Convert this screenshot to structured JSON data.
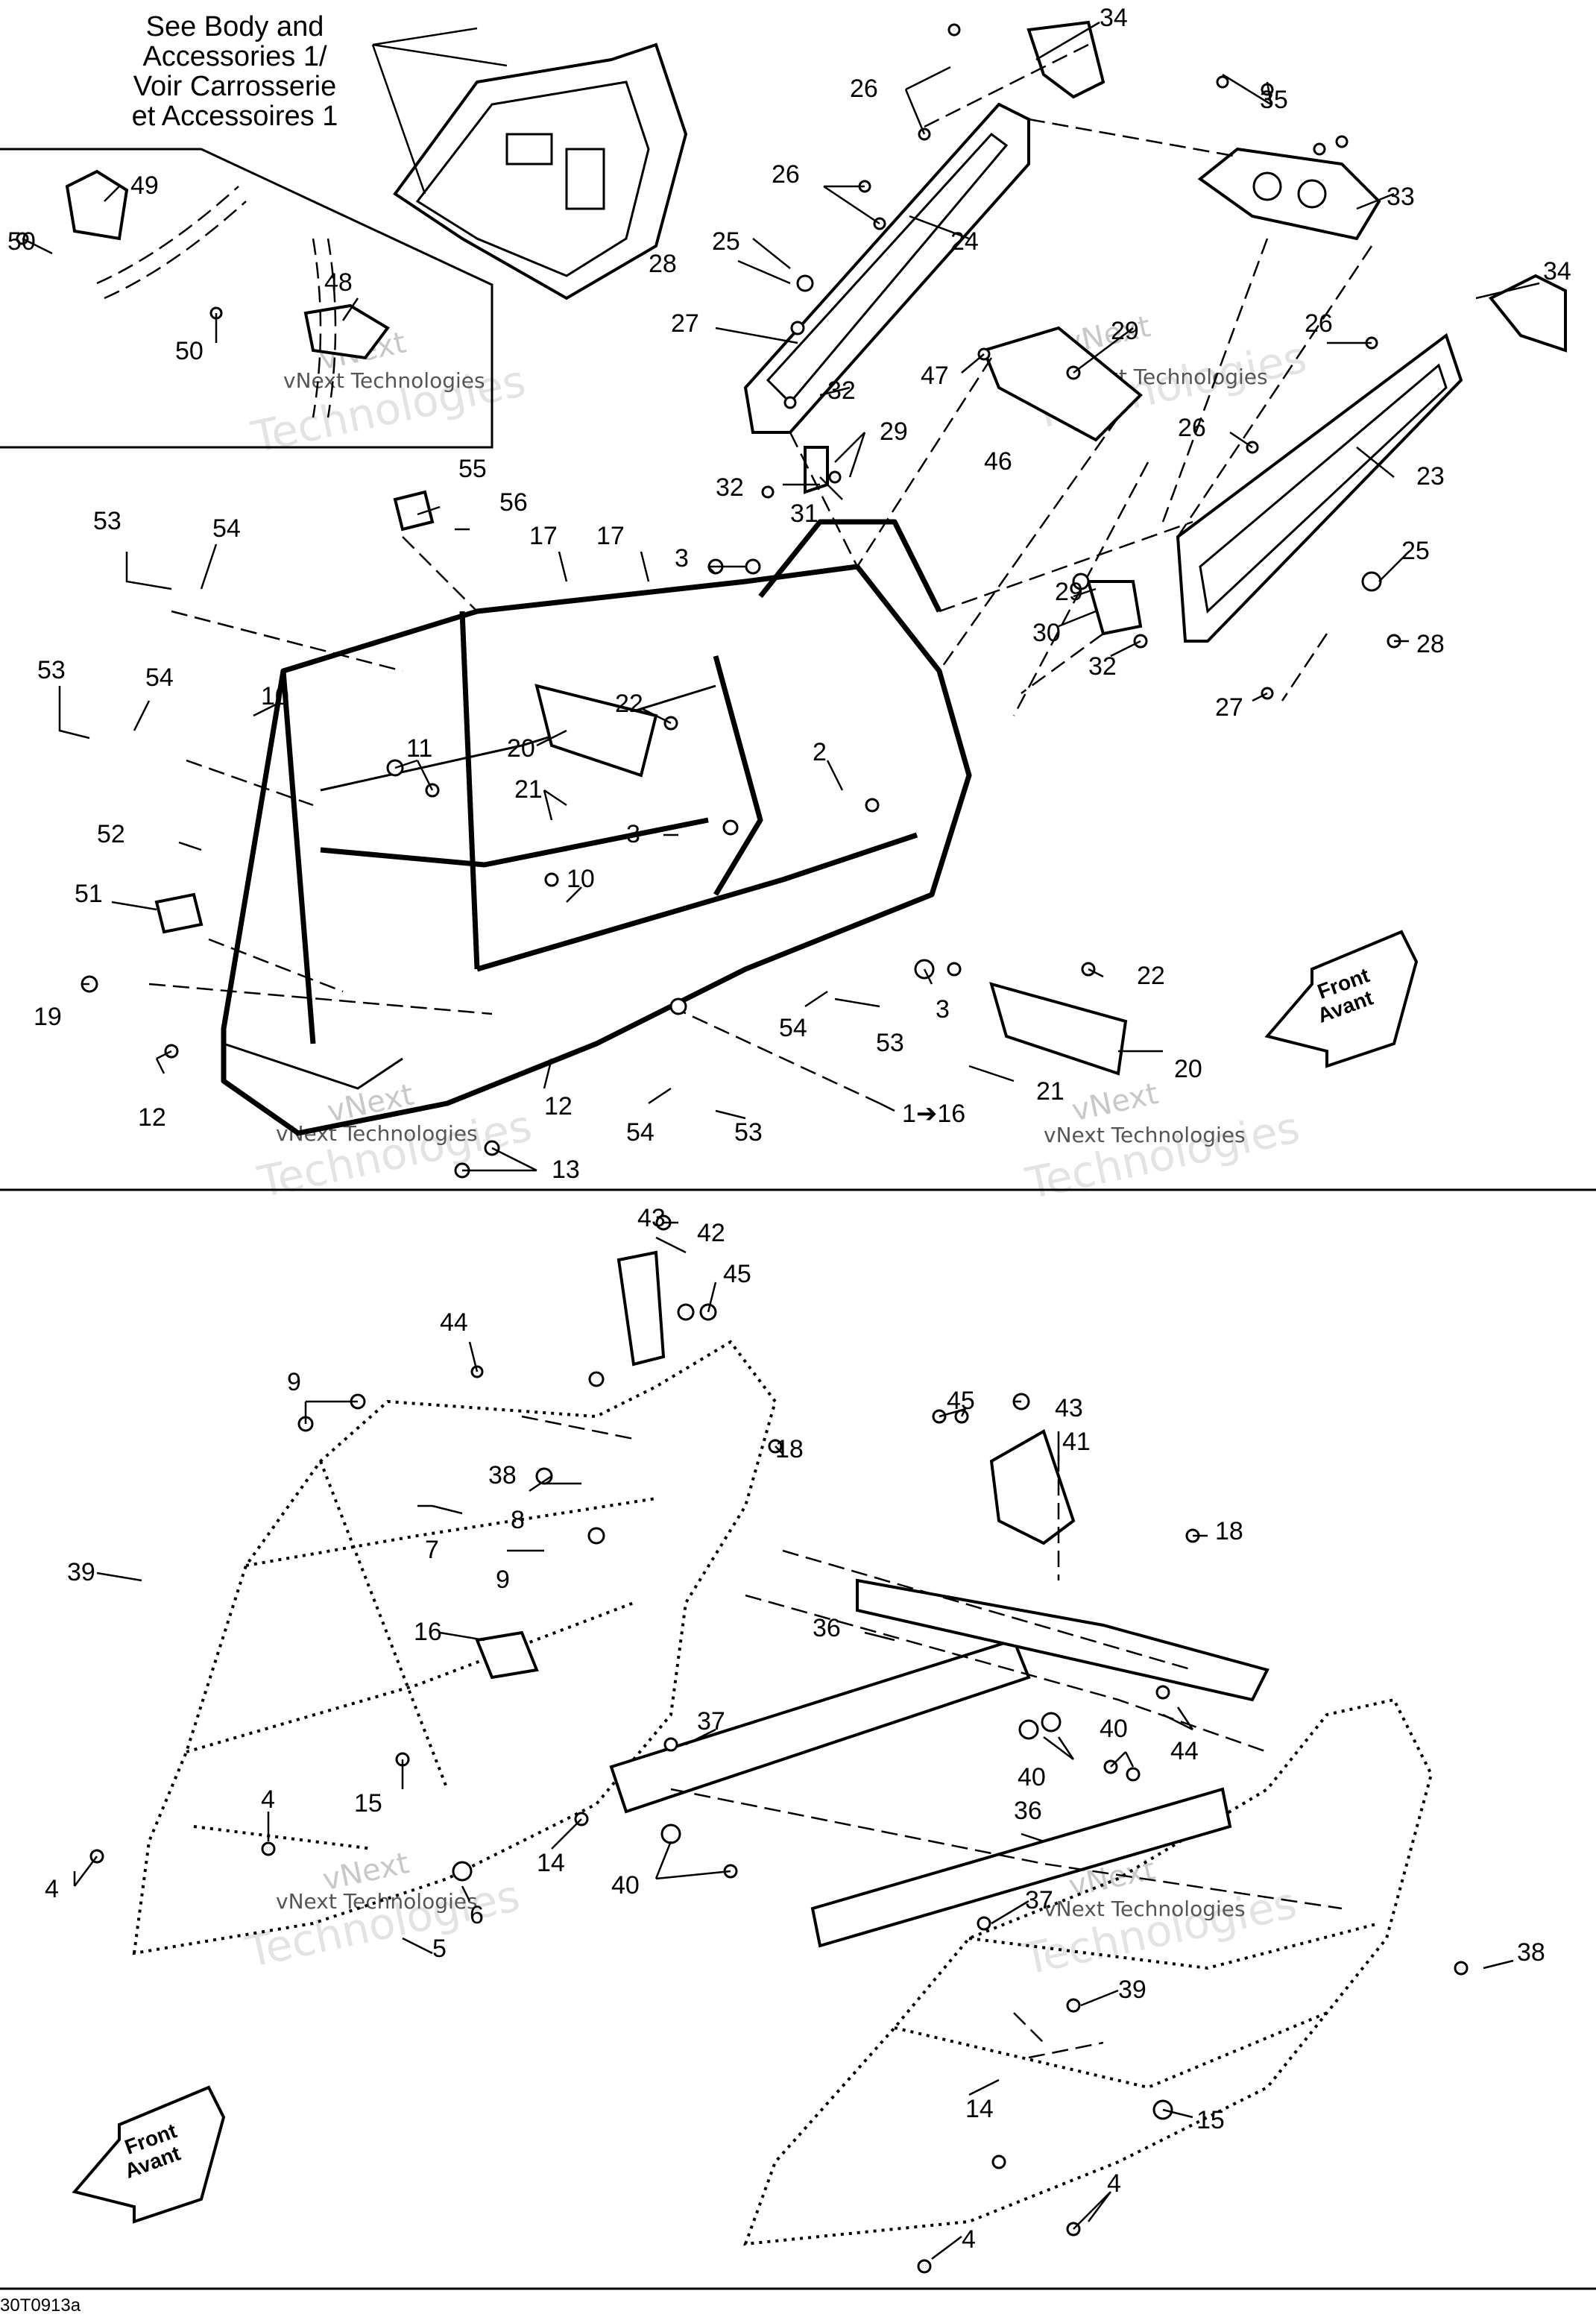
{
  "notes": {
    "body_ref_1": "See Body and",
    "body_ref_2": "Accessories 1/",
    "body_ref_3": "Voir Carrosserie",
    "body_ref_4": "et Accessoires 1"
  },
  "front_arrow": {
    "line1": "Front",
    "line2": "Avant"
  },
  "watermark": {
    "line1": "vNext",
    "line2": "Technologies",
    "inline": "vNext Technologies"
  },
  "figure_code": "30T0913a",
  "callouts": {
    "c1": "34",
    "c2": "35",
    "c3": "26",
    "c4": "26",
    "c5": "24",
    "c6": "33",
    "c7": "34",
    "c8": "49",
    "c9": "50",
    "c10": "48",
    "c11": "50",
    "c12": "25",
    "c13": "28",
    "c14": "27",
    "c15": "29",
    "c16": "47",
    "c17": "46",
    "c18": "32",
    "c19": "29",
    "c20": "32",
    "c21": "31",
    "c22": "26",
    "c23": "26",
    "c24": "23",
    "c25": "55",
    "c26": "56",
    "c27": "53",
    "c28": "54",
    "c29": "17",
    "c30": "17",
    "c31": "3",
    "c32": "29",
    "c33": "30",
    "c34": "32",
    "c35": "25",
    "c36": "28",
    "c37": "27",
    "c38": "53",
    "c39": "54",
    "c40": "10",
    "c41": "22",
    "c42": "20",
    "c43": "11",
    "c44": "21",
    "c45": "2",
    "c46": "52",
    "c47": "3",
    "c48": "51",
    "c49": "10",
    "c50": "19",
    "c51": "22",
    "c52": "3",
    "c53": "12",
    "c54": "12",
    "c55": "54",
    "c56": "53",
    "c57": "20",
    "c58": "21",
    "c59": "1➔16",
    "c60": "54",
    "c61": "53",
    "c62": "13",
    "c63": "43",
    "c64": "42",
    "c65": "45",
    "c66": "44",
    "c67": "9",
    "c68": "18",
    "c69": "43",
    "c70": "45",
    "c71": "41",
    "c72": "38",
    "c73": "8",
    "c74": "39",
    "c75": "7",
    "c76": "9",
    "c77": "18",
    "c78": "16",
    "c79": "36",
    "c80": "37",
    "c81": "40",
    "c82": "44",
    "c83": "40",
    "c84": "15",
    "c85": "4",
    "c86": "14",
    "c87": "36",
    "c88": "4",
    "c89": "6",
    "c90": "40",
    "c91": "37",
    "c92": "5",
    "c93": "38",
    "c94": "39",
    "c95": "14",
    "c96": "15",
    "c97": "4",
    "c98": "4"
  }
}
